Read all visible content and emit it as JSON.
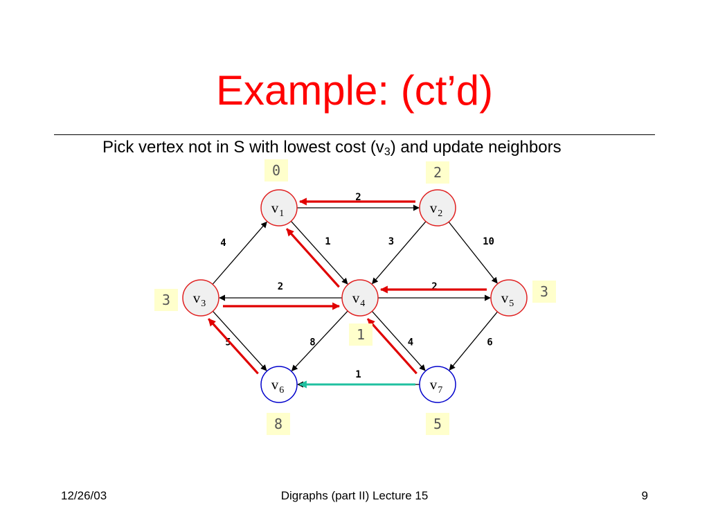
{
  "slide": {
    "title": "Example: (ct’d)",
    "subtitle_prefix": "Pick vertex not in S with lowest cost (v",
    "subtitle_sub": "3",
    "subtitle_suffix": ") and update neighbors"
  },
  "colors": {
    "title": "#ff0000",
    "known_vertex_border": "#e02020",
    "known_vertex_fill": "#f0f0f0",
    "unknown_vertex_border": "#0000cc",
    "unknown_vertex_fill": "#ffffff",
    "path_arrow": "#e00000",
    "candidate_arrow": "#20c0a0",
    "cost_box": "#ffffcc"
  },
  "graph": {
    "vertices": [
      {
        "id": "v1",
        "letter": "v",
        "sub": "1",
        "cost": "0",
        "known": true
      },
      {
        "id": "v2",
        "letter": "v",
        "sub": "2",
        "cost": "2",
        "known": true
      },
      {
        "id": "v3",
        "letter": "v",
        "sub": "3",
        "cost": "3",
        "known": true
      },
      {
        "id": "v4",
        "letter": "v",
        "sub": "4",
        "cost": "1",
        "known": true
      },
      {
        "id": "v5",
        "letter": "v",
        "sub": "5",
        "cost": "3",
        "known": true
      },
      {
        "id": "v6",
        "letter": "v",
        "sub": "6",
        "cost": "8",
        "known": false
      },
      {
        "id": "v7",
        "letter": "v",
        "sub": "7",
        "cost": "5",
        "known": false
      }
    ],
    "edges": [
      {
        "from": "v1",
        "to": "v2",
        "weight": "2"
      },
      {
        "from": "v1",
        "to": "v4",
        "weight": "1"
      },
      {
        "from": "v2",
        "to": "v4",
        "weight": "3"
      },
      {
        "from": "v2",
        "to": "v5",
        "weight": "10"
      },
      {
        "from": "v3",
        "to": "v1",
        "weight": "4"
      },
      {
        "from": "v4",
        "to": "v3",
        "weight": "2"
      },
      {
        "from": "v4",
        "to": "v5",
        "weight": "2"
      },
      {
        "from": "v3",
        "to": "v6",
        "weight": "5"
      },
      {
        "from": "v4",
        "to": "v6",
        "weight": "8"
      },
      {
        "from": "v4",
        "to": "v7",
        "weight": "4"
      },
      {
        "from": "v5",
        "to": "v7",
        "weight": "6"
      },
      {
        "from": "v7",
        "to": "v6",
        "weight": "1"
      }
    ],
    "path_arrows": [
      {
        "from": "v2",
        "to": "v1",
        "kind": "path"
      },
      {
        "from": "v4",
        "to": "v1",
        "kind": "path"
      },
      {
        "from": "v3",
        "to": "v4",
        "kind": "path"
      },
      {
        "from": "v5",
        "to": "v4",
        "kind": "path"
      },
      {
        "from": "v6",
        "to": "v3",
        "kind": "path"
      },
      {
        "from": "v7",
        "to": "v4",
        "kind": "path"
      },
      {
        "from": "v7",
        "to": "v6",
        "kind": "candidate"
      }
    ]
  },
  "footer": {
    "date": "12/26/03",
    "center": "Digraphs (part II) Lecture 15",
    "page": "9"
  }
}
